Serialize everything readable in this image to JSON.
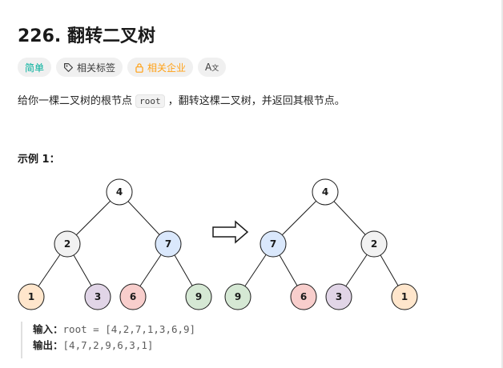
{
  "problem": {
    "title": "226. 翻转二叉树",
    "tags": {
      "difficulty": "简单",
      "related_tags": "相关标签",
      "related_companies": "相关企业",
      "font_toggle": "A",
      "font_toggle_sub": "文"
    },
    "description": {
      "prefix": "给你一棵二叉树的根节点 ",
      "code": "root",
      "suffix": " ，翻转这棵二叉树，并返回其根节点。"
    }
  },
  "example": {
    "title": "示例 1：",
    "input_label": "输入：",
    "input_value": "root = [4,2,7,1,3,6,9]",
    "output_label": "输出：",
    "output_value": "[4,7,2,9,6,3,1]",
    "original_tree": {
      "root": "4",
      "left": "2",
      "right": "7",
      "left_left": "1",
      "left_right": "3",
      "right_left": "6",
      "right_right": "9"
    },
    "inverted_tree": {
      "root": "4",
      "left": "7",
      "right": "2",
      "left_left": "9",
      "left_right": "6",
      "right_left": "3",
      "right_right": "1"
    }
  },
  "colors": {
    "easy": "#00af9b",
    "company": "#ffa116",
    "node_white": "#ffffff",
    "node_gray": "#f2f2f2",
    "node_blue": "#dae8fc",
    "node_orange": "#ffe6cc",
    "node_purple": "#e1d5e7",
    "node_red": "#f8cecc",
    "node_green": "#d5e8d4"
  }
}
